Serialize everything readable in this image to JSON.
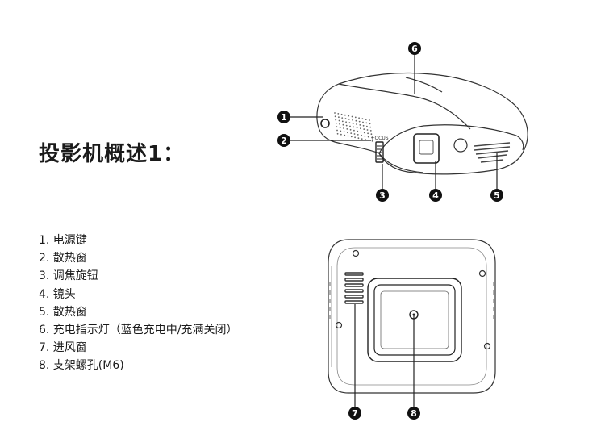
{
  "title": "投影机概述1：",
  "legend": [
    "1. 电源键",
    "2. 散热窗",
    "3. 调焦旋钮",
    "4. 镜头",
    "5. 散热窗",
    "6. 充电指示灯（蓝色充电中/充满关闭）",
    "7. 进风窗",
    "8. 支架螺孔(M6)"
  ],
  "callouts": [
    "1",
    "2",
    "3",
    "4",
    "5",
    "6",
    "7",
    "8"
  ],
  "focus_label": "FOCUS"
}
